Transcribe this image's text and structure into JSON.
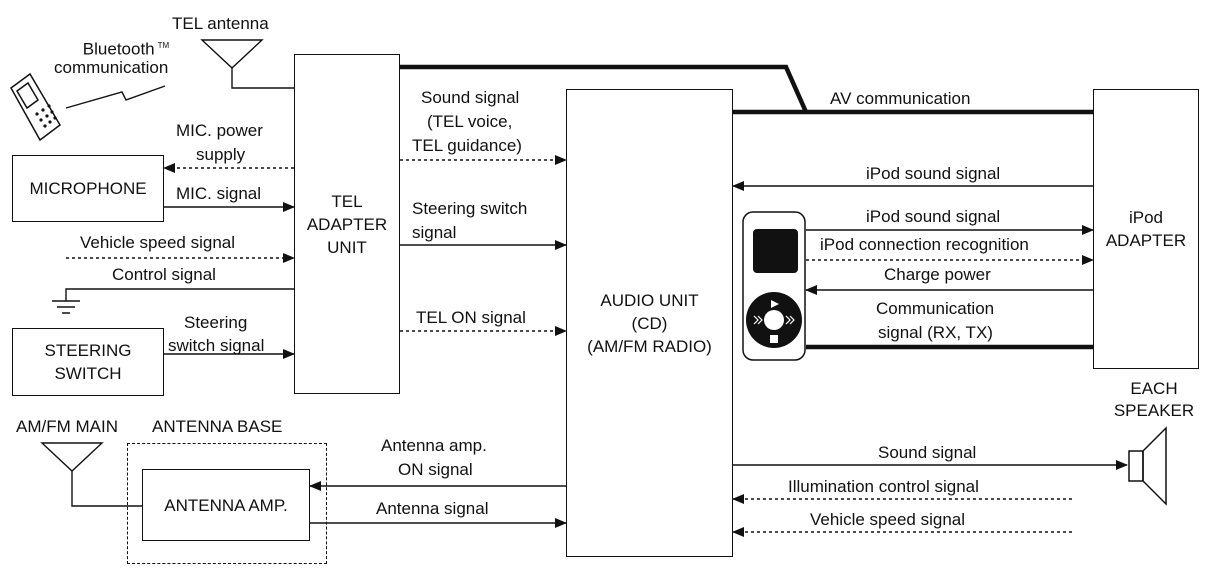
{
  "components": {
    "tel_adapter": "TEL\nADAPTER\nUNIT",
    "audio_unit": "AUDIO UNIT\n(CD)\n(AM/FM RADIO)",
    "ipod_adapter": "iPod\nADAPTER",
    "microphone": "MICROPHONE",
    "steering_switch": "STEERING\nSWITCH",
    "antenna_amp": "ANTENNA AMP.",
    "antenna_base": "ANTENNA BASE",
    "am_fm_main": "AM/FM MAIN",
    "each_speaker": "EACH\nSPEAKER",
    "tel_antenna": "TEL antenna",
    "bluetooth": "Bluetooth",
    "bluetooth_tm": "TM",
    "bluetooth_comm": "communication"
  },
  "signals": {
    "mic_power_1": "MIC. power",
    "mic_power_2": "supply",
    "mic_signal": "MIC. signal",
    "vehicle_speed_left": "Vehicle speed signal",
    "control_signal": "Control signal",
    "steering_sig_1": "Steering",
    "steering_sig_2": "switch signal",
    "sound_signal_1": "Sound signal",
    "sound_signal_2": "(TEL voice,",
    "sound_signal_3": "TEL guidance)",
    "steering_switch_sig_1": "Steering switch",
    "steering_switch_sig_2": "signal",
    "tel_on": "TEL ON signal",
    "av_comm": "AV communication",
    "ipod_sound_in": "iPod sound signal",
    "ipod_sound_out": "iPod sound signal",
    "ipod_conn": "iPod connection recognition",
    "charge_power": "Charge power",
    "comm_sig_1": "Communication",
    "comm_sig_2": "signal (RX, TX)",
    "antenna_amp_on_1": "Antenna amp.",
    "antenna_amp_on_2": "ON signal",
    "antenna_signal": "Antenna signal",
    "sound_signal_speaker": "Sound signal",
    "illum_control": "Illumination control signal",
    "vehicle_speed_right": "Vehicle speed signal"
  },
  "colors": {
    "line": "#111111",
    "background": "#ffffff"
  }
}
